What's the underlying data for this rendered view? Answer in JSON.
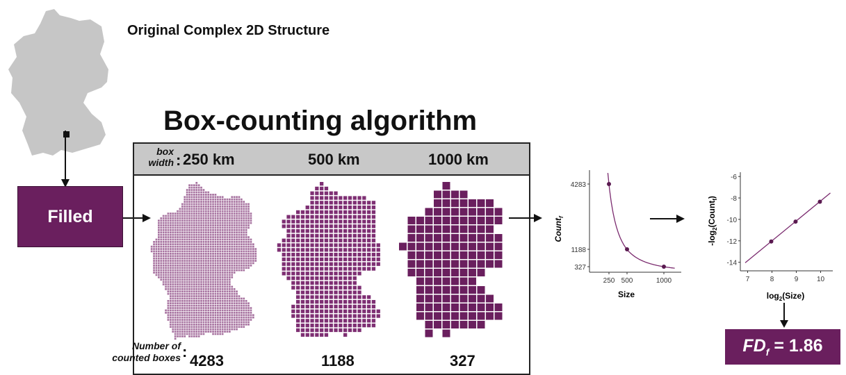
{
  "colors": {
    "accent": "#6a1f5e",
    "map_gray": "#c6c6c6",
    "header_gray": "#c8c8c8",
    "grid_250": "#a773a0",
    "grid_500": "#7e2f73",
    "grid_1000": "#6a1f5e"
  },
  "original_title": "Original Complex 2D Structure",
  "algorithm_title": "Box-counting algorithm",
  "filled_label": "Filled",
  "box_width": {
    "label_line1": "box",
    "label_line2": "width",
    "colon": ":",
    "values": [
      "250 km",
      "500 km",
      "1000 km"
    ]
  },
  "counted": {
    "label_line1": "Number of",
    "label_line2": "counted boxes",
    "colon": ":",
    "values": [
      "4283",
      "1188",
      "327"
    ]
  },
  "result": {
    "fd_symbol": "FD",
    "fd_subscript": "f",
    "fd_value_text": "= 1.86"
  },
  "chart_data": [
    {
      "type": "line",
      "title": "",
      "xlabel": "Size",
      "ylabel": "Count",
      "ylabel_subscript": "f",
      "x_ticks": [
        "250",
        "500",
        "1000"
      ],
      "y_ticks": [
        "327",
        "1188",
        "4283"
      ],
      "points": [
        {
          "x": 250,
          "y": 4283
        },
        {
          "x": 500,
          "y": 1188
        },
        {
          "x": 1000,
          "y": 327
        }
      ],
      "fit": "power-law curve"
    },
    {
      "type": "scatter",
      "title": "",
      "xlabel": "log",
      "xlabel_subscript": "2",
      "xlabel_suffix": "(Size)",
      "ylabel": "-log",
      "ylabel_subscript": "2",
      "ylabel_mid": "(Count",
      "ylabel_mid_subscript": "f",
      "ylabel_end": ")",
      "xlim": [
        6.7,
        10.5
      ],
      "ylim": [
        -14.8,
        -5.6
      ],
      "x_ticks": [
        "7",
        "8",
        "9",
        "10"
      ],
      "y_ticks": [
        "-6",
        "-8",
        "-10",
        "-12",
        "-14"
      ],
      "points": [
        {
          "x": 7.97,
          "y": -12.06
        },
        {
          "x": 8.97,
          "y": -10.21
        },
        {
          "x": 9.97,
          "y": -8.35
        }
      ],
      "fit_line": {
        "slope": 1.86,
        "intercept": -26.88
      }
    }
  ]
}
